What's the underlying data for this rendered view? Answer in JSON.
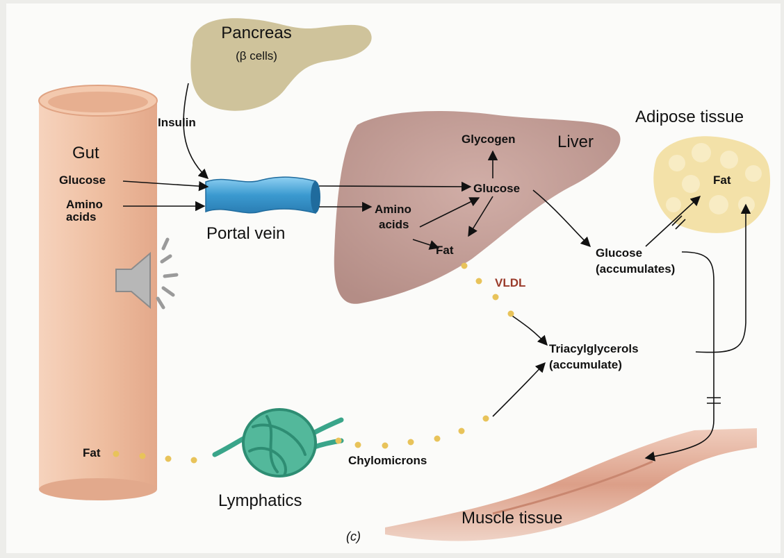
{
  "labels": {
    "pancreas": "Pancreas",
    "beta_cells": "(β cells)",
    "insulin": "Insulin",
    "gut": "Gut",
    "gut_glucose": "Glucose",
    "gut_amino_acids_line1": "Amino",
    "gut_amino_acids_line2": "acids",
    "gut_fat": "Fat",
    "portal_vein": "Portal vein",
    "liver": "Liver",
    "glycogen": "Glycogen",
    "liver_glucose": "Glucose",
    "liver_amino_acids_line1": "Amino",
    "liver_amino_acids_line2": "acids",
    "liver_fat": "Fat",
    "vldl": "VLDL",
    "blood_glucose_line1": "Glucose",
    "blood_glucose_line2": "(accumulates)",
    "adipose_tissue": "Adipose tissue",
    "adipose_fat": "Fat",
    "triacylglycerols_line1": "Triacylglycerols",
    "triacylglycerols_line2": "(accumulate)",
    "chylomicrons": "Chylomicrons",
    "lymphatics": "Lymphatics",
    "muscle_tissue": "Muscle tissue",
    "panel_label": "(c)"
  },
  "colors": {
    "gut": "#efc1a4",
    "pancreas": "#cfc39b",
    "portal_vein": "#4aa6d8",
    "liver": "#c9a59f",
    "adipose": "#f3e1a8",
    "lymphatics": "#3aa58a",
    "muscle": "#e6b7a3",
    "vldl_text": "#9a3b2b",
    "lipid_dots": "#e8c35a"
  },
  "icons": {
    "speaker": "speaker-icon"
  }
}
